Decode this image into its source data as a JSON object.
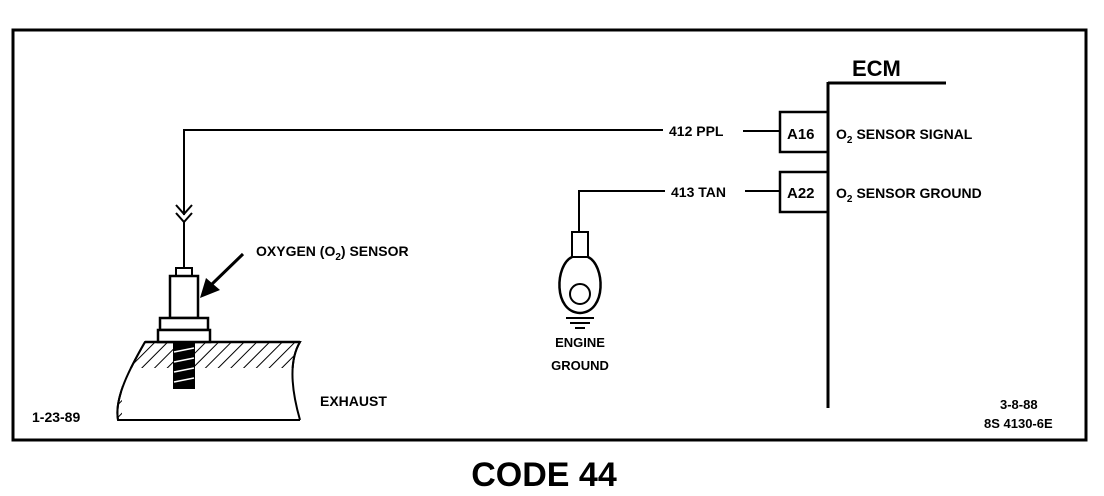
{
  "ecm": {
    "title": "ECM",
    "pins": [
      {
        "pin": "A16",
        "wire": "412 PPL",
        "description": "SENSOR SIGNAL",
        "prefix": "O",
        "sub": "2"
      },
      {
        "pin": "A22",
        "wire": "413 TAN",
        "description": "SENSOR GROUND",
        "prefix": "O",
        "sub": "2"
      }
    ]
  },
  "sensor": {
    "label_pre": "OXYGEN (O",
    "label_sub": "2",
    "label_post": ") SENSOR"
  },
  "ground": {
    "line1": "ENGINE",
    "line2": "GROUND"
  },
  "exhaust_label": "EXHAUST",
  "date_left": "1-23-89",
  "date_right": "3-8-88",
  "ref_code": "8S 4130-6E",
  "caption": "CODE 44"
}
